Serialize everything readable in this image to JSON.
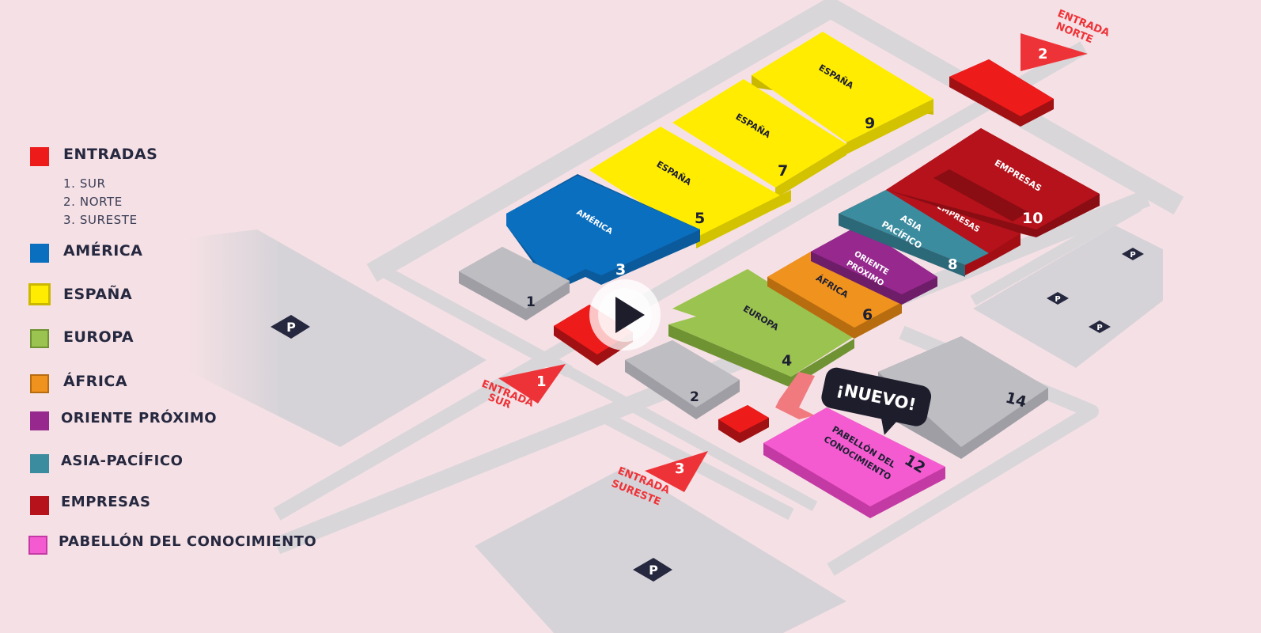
{
  "legend": {
    "entradas": {
      "label": "ENTRADAS",
      "color": "#ee1b1b",
      "items": [
        "1.  SUR",
        "2.  NORTE",
        "3.  SURESTE"
      ]
    },
    "america": {
      "label": "AMÉRICA",
      "color": "#0b6fbf"
    },
    "espana": {
      "label": "ESPAÑA",
      "color": "#ffec00"
    },
    "europa": {
      "label": "EUROPA",
      "color": "#9bc34f"
    },
    "africa": {
      "label": "ÁFRICA",
      "color": "#f0921e"
    },
    "oriente": {
      "label": "ORIENTE PRÓXIMO",
      "color": "#96288e"
    },
    "asia": {
      "label": "ASIA-PACÍFICO",
      "color": "#3b8c9f"
    },
    "empresas": {
      "label": "EMPRESAS",
      "color": "#b5121b"
    },
    "conocimiento": {
      "label": "PABELLÓN DEL CONOCIMIENTO",
      "color": "#f55bd0"
    }
  },
  "map": {
    "parking_label": "P",
    "badge": "¡NUEVO!",
    "pavilions": {
      "p1": {
        "number": "1"
      },
      "p2": {
        "number": "2"
      },
      "p3": {
        "number": "3",
        "label": "AMÉRICA"
      },
      "p4": {
        "number": "4",
        "label": "EUROPA"
      },
      "p5": {
        "number": "5",
        "label": "ESPAÑA"
      },
      "p6": {
        "number": "6",
        "label": "ÁFRICA"
      },
      "p7": {
        "number": "7",
        "label": "ESPAÑA"
      },
      "p8": {
        "number": "8",
        "label1": "ASIA",
        "label2": "PACÍFICO",
        "label3": "EMPRESAS"
      },
      "p9": {
        "number": "9",
        "label": "ESPAÑA"
      },
      "p10": {
        "number": "10",
        "label": "EMPRESAS"
      },
      "p12": {
        "number": "12",
        "label1": "PABELLÓN DEL",
        "label2": "CONOCIMIENTO"
      },
      "p14": {
        "number": "14"
      },
      "oriente": {
        "label1": "ORIENTE",
        "label2": "PRÓXIMO"
      }
    },
    "entrances": {
      "sur": {
        "number": "1",
        "line1": "ENTRADA",
        "line2": "SUR"
      },
      "norte": {
        "number": "2",
        "line1": "ENTRADA",
        "line2": "NORTE"
      },
      "sureste": {
        "number": "3",
        "line1": "ENTRADA",
        "line2": "SURESTE"
      }
    }
  }
}
